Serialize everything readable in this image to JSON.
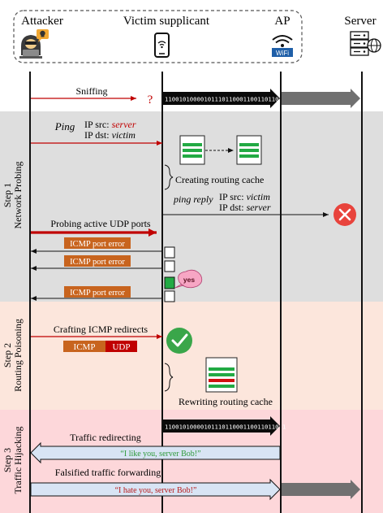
{
  "actors": {
    "attacker": "Attacker",
    "victim": "Victim supplicant",
    "ap": "AP",
    "ap_badge": "WiFi",
    "server": "Server"
  },
  "steps": [
    {
      "line1": "Step 1",
      "line2": "Network Probing"
    },
    {
      "line1": "Step 2",
      "line2": "Routing Poisoning"
    },
    {
      "line1": "Step 3",
      "line2": "Traffic Hijacking"
    }
  ],
  "sniff": {
    "label": "Sniffing",
    "unknown": "?",
    "bits": "11001010000101110110001100110110 1"
  },
  "ping": {
    "label": "Ping",
    "src_prefix": "IP src: ",
    "src_value": "server",
    "dst_prefix": "IP dst: ",
    "dst_value": "victim"
  },
  "routing_cache_label": "Creating routing cache",
  "ping_reply": {
    "label": "ping reply",
    "src_prefix": "IP src: ",
    "src_value": "victim",
    "dst_prefix": "IP dst: ",
    "dst_value": "server"
  },
  "udp_probe_label": "Probing active UDP ports",
  "icmp_error_label": "ICMP port error",
  "yes_label": "yes",
  "crafting_label": "Crafting ICMP redirects",
  "packet_fields": {
    "icmp": "ICMP",
    "udp": "UDP"
  },
  "rewriting_label": "Rewriting routing cache",
  "hijack": {
    "bits": "11001010000101110110001100110110 1",
    "redirect_label": "Traffic redirecting",
    "msg_good": "“I like you, server Bob!”",
    "forward_label": "Falsified traffic forwarding",
    "msg_bad": "“I hate you, server Bob!”"
  },
  "colors": {
    "step1_bg": "#dedede",
    "step2_bg": "#fce6dc",
    "step3_bg": "#fdd7da",
    "attack_red": "#c00000",
    "icmp_orange": "#c8641e",
    "cache_green": "#22aa44",
    "check_green": "#3aa64a",
    "error_red": "#e8433c",
    "server_red": "#d01010",
    "good_text": "#2e9a3a",
    "bad_text": "#b81a1a",
    "callout_blue": "#d8e4f4",
    "server_arrow": "#707070"
  }
}
